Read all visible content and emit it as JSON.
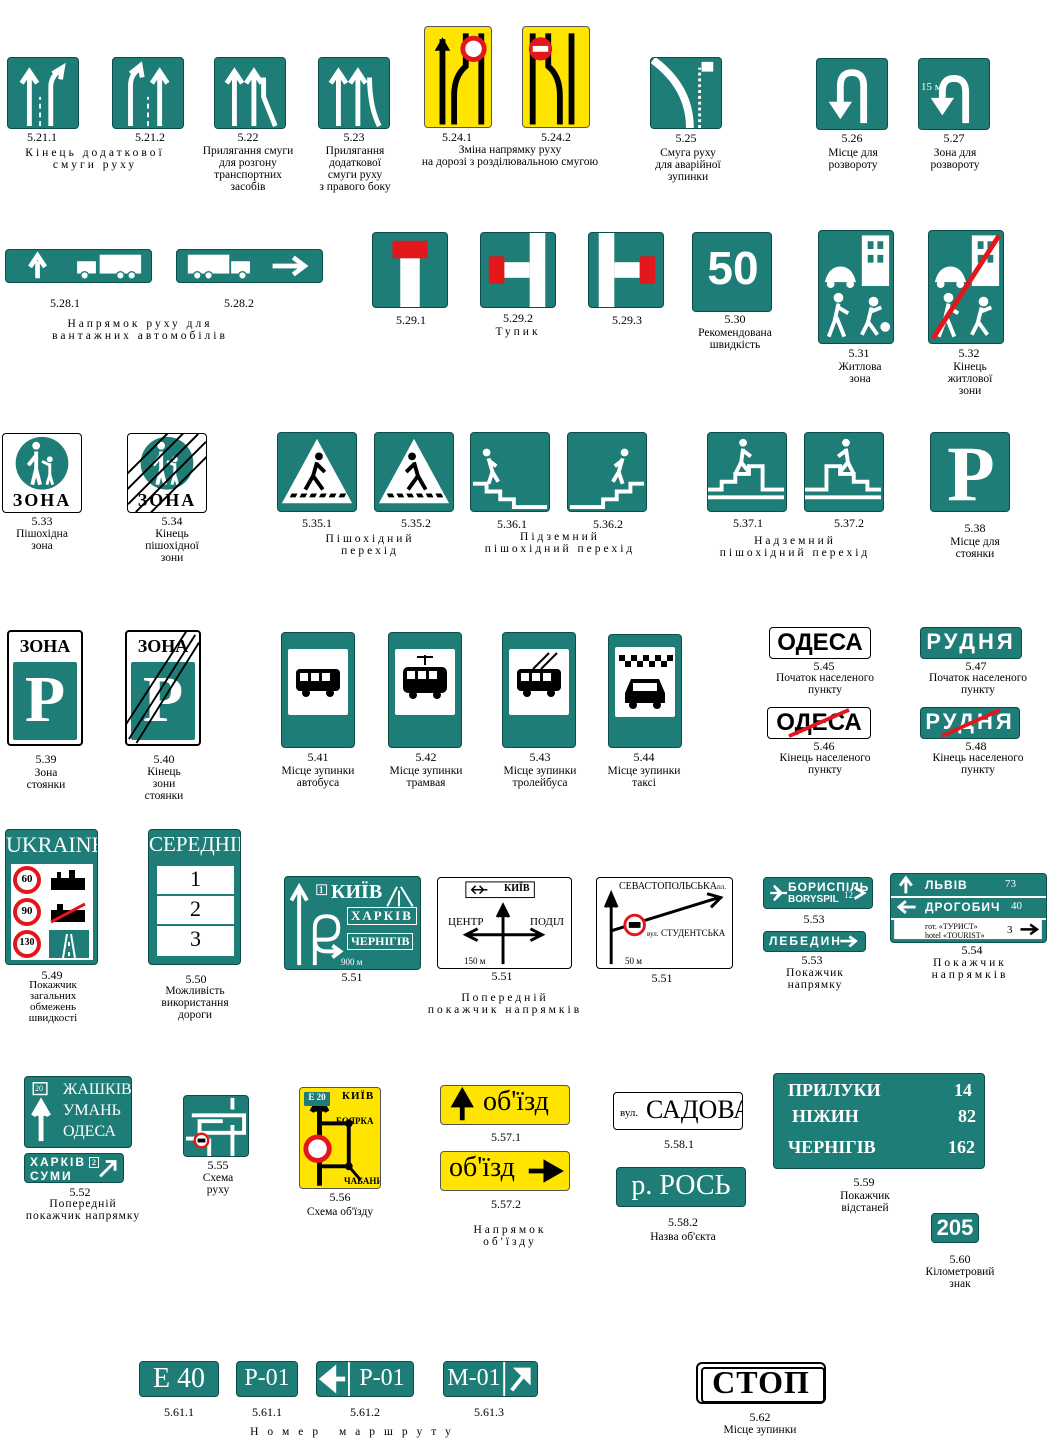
{
  "row1": {
    "c5211": "5.21.1",
    "c5212": "5.21.2",
    "cap521": "Кінець додаткової\nсмуги руху",
    "c522": "5.22",
    "cap522": "Прилягання смуги\nдля розгону\nтранспортних\nзасобів",
    "c523": "5.23",
    "cap523": "Прилягання\nдодаткової\nсмуги руху\nз правого боку",
    "c5241": "5.24.1",
    "c5242": "5.24.2",
    "cap524": "Зміна напрямку руху\nна дорозі з розділювальною смугою",
    "c525": "5.25",
    "cap525": "Смуга руху\nдля аварійної\nзупинки",
    "c526": "5.26",
    "cap526": "Місце для\nрозвороту",
    "c527": "5.27",
    "cap527": "Зона для\nрозвороту",
    "s527": "15 м"
  },
  "row2": {
    "c5281": "5.28.1",
    "c5282": "5.28.2",
    "cap528": "Напрямок руху для\nвантажних автомобілів",
    "c5291": "5.29.1",
    "c5292": "5.29.2",
    "c5293": "5.29.3",
    "cap529": "Тупик",
    "c530": "5.30",
    "cap530": "Рекомендована\nшвидкість",
    "s530": "50",
    "c531": "5.31",
    "cap531": "Житлова\nзона",
    "c532": "5.32",
    "cap532": "Кінець\nжитлової\nзони"
  },
  "row3": {
    "c533": "5.33",
    "cap533": "Пішохідна\nзона",
    "s533": "ЗОНА",
    "c534": "5.34",
    "cap534": "Кінець\nпішохідної\nзони",
    "s534": "ЗОНА",
    "c5351": "5.35.1",
    "c5352": "5.35.2",
    "cap535": "Пішохідний\nперехід",
    "c5361": "5.36.1",
    "c5362": "5.36.2",
    "cap536": "Підземний\nпішохідний перехід",
    "c5371": "5.37.1",
    "c5372": "5.37.2",
    "cap537": "Надземний\nпішохідний перехід",
    "c538": "5.38",
    "cap538": "Місце для\nстоянки",
    "s538": "P"
  },
  "row4": {
    "c539": "5.39",
    "cap539": "Зона\nстоянки",
    "s539a": "ЗОНА",
    "s539b": "P",
    "c540": "5.40",
    "cap540": "Кінець\nзони\nстоянки",
    "s540a": "ЗОНА",
    "s540b": "P",
    "c541": "5.41",
    "cap541": "Місце зупинки\nавтобуса",
    "c542": "5.42",
    "cap542": "Місце зупинки\nтрамвая",
    "c543": "5.43",
    "cap543": "Місце зупинки\nтролейбуса",
    "c544": "5.44",
    "cap544": "Місце зупинки\nтаксі",
    "c545": "5.45",
    "cap545": "Початок населеного\nпункту",
    "s545": "ОДЕСА",
    "c546": "5.46",
    "cap546": "Кінець населеного\nпункту",
    "s546": "ОДЕСА",
    "c547": "5.47",
    "cap547": "Початок населеного\nпункту",
    "s547": "РУДНЯ",
    "c548": "5.48",
    "cap548": "Кінець населеного\nпункту",
    "s548": "РУДНЯ"
  },
  "row5": {
    "c549": "5.49",
    "cap549": "Покажчик\nзагальних\nобмежень\nшвидкості",
    "s549": "UKRAINE",
    "s549a": "60",
    "s549b": "90",
    "s549c": "130",
    "c550": "5.50",
    "cap550": "Можливість\nвикористання\nдороги",
    "s550": "СЕРЕДНІЙ",
    "s550a": "1",
    "s550b": "2",
    "s550c": "3",
    "c551a": "5.51",
    "s551a1": "КИЇВ",
    "s551a2": "ХАРКІВ",
    "s551a3": "ЧЕРНІГІВ",
    "s551a4": "900 м",
    "s551a5": "1",
    "c551b": "5.51",
    "cap551": "Попередній\nпокажчик напрямків",
    "s551b1": "КИЇВ",
    "s551b2": "ЦЕНТР",
    "s551b3": "ПОДІЛ",
    "s551b4": "150 м",
    "c551c": "5.51",
    "s551c1": "СЕВАСТОПОЛЬСЬКА",
    "s551c1b": "пл.",
    "s551c2": "вул.",
    "s551c3": "СТУДЕНТСЬКА",
    "s551c4": "50 м",
    "c553a": "5.53",
    "c553b": "5.53",
    "cap553": "Покажчик\nнапрямку",
    "s553a": "БОРИСПІЛЬ",
    "s553b": "BORYSPIL",
    "s553c": "12",
    "s553d": "ЛЕБЕДИН",
    "c554": "5.54",
    "cap554": "Покажчик\nнапрямків",
    "s554a": "ЛЬВІВ",
    "s554b": "73",
    "s554c": "ДРОГОБИЧ",
    "s554d": "40",
    "s554e": "гот. «ТУРИСТ»",
    "s554f": "hotel «TOURIST»",
    "s554g": "3"
  },
  "row6": {
    "c552": "5.52",
    "cap552": "Попередній\nпокажчик напрямку",
    "s552a": "20",
    "s552b": "ЖАШКІВ",
    "s552c": "УМАНЬ",
    "s552d": "ОДЕСА",
    "s552e": "ХАРКІВ",
    "s552f": "СУМИ",
    "s552g": "2",
    "c555": "5.55",
    "cap555": "Схема\nруху",
    "c556": "5.56",
    "cap556": "Схема  об'їзду",
    "s556a": "E 20",
    "s556b": "КИЇВ",
    "s556c": "БОЯРКА",
    "s556d": "ЧАБАНИ",
    "c5571": "5.57.1",
    "c5572": "5.57.2",
    "cap557": "Напрямок\nоб'їзду",
    "s557": "об'їзд",
    "c5581": "5.58.1",
    "c5582": "5.58.2",
    "cap558": "Назва  об'єкта",
    "s5581a": "вул.",
    "s5581b": "САДОВА",
    "s5582": "р. РОСЬ",
    "c559": "5.59",
    "cap559": "Покажчик\nвідстаней",
    "s559a": "ПРИЛУКИ",
    "s559b": "14",
    "s559c": "НІЖИН",
    "s559d": "82",
    "s559e": "ЧЕРНІГІВ",
    "s559f": "162",
    "c560": "5.60",
    "cap560": "Кілометровий\nзнак",
    "s560": "205"
  },
  "row7": {
    "c5611a": "5.61.1",
    "c5611b": "5.61.1",
    "c5612": "5.61.2",
    "c5613": "5.61.3",
    "cap561": "Номер маршруту",
    "s561a": "E 40",
    "s561b": "P-01",
    "s561c": "P-01",
    "s561d": "M-01",
    "c562": "5.62",
    "cap562": "Місце  зупинки",
    "s562": "СТОП"
  },
  "colors": {
    "green": "#1f7d77",
    "yellow": "#ffe400",
    "red": "#e3161b",
    "white": "#ffffff"
  }
}
